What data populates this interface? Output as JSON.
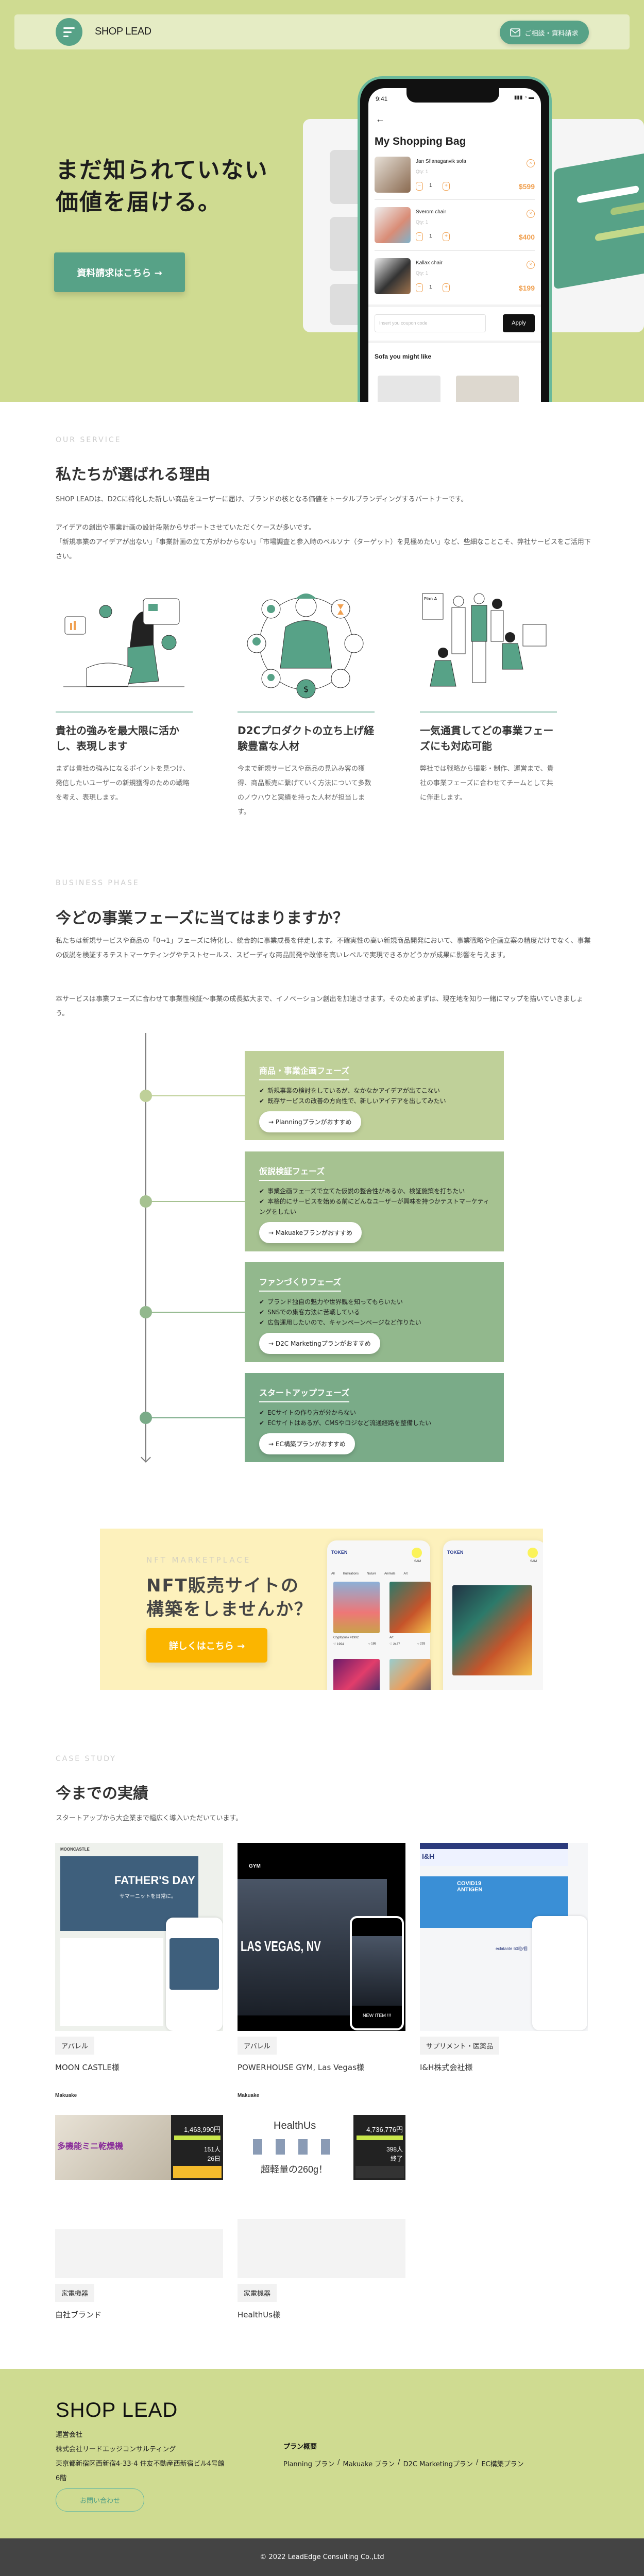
{
  "header": {
    "logo": "SHOP LEAD",
    "cta": "ご相談・資料請求"
  },
  "hero": {
    "title_line1": "まだ知られていない",
    "title_line2": "価値を届ける。",
    "button": "資料請求はこちら →",
    "phone": {
      "time": "9:41",
      "title": "My Shopping Bag",
      "items": [
        {
          "name": "Jan Sflanaganvik sofa",
          "qty": "Qty: 1",
          "count": "1",
          "price": "$599"
        },
        {
          "name": "Sverom chair",
          "qty": "Qty: 1",
          "count": "1",
          "price": "$400"
        },
        {
          "name": "Kallax chair",
          "qty": "Qty: 1",
          "count": "1",
          "price": "$199"
        }
      ],
      "coupon_placeholder": "Insert you coupon code",
      "apply": "Apply",
      "suggest_title": "Sofa you might like"
    }
  },
  "service": {
    "eyebrow": "OUR SERVICE",
    "title": "私たちが選ばれる理由",
    "para1": "SHOP LEADは、D2Cに特化した新しい商品をユーザーに届け、ブランドの核となる価値をトータルブランディングするパートナーです。",
    "para2": "アイデアの創出や事業計画の設計段階からサポートさせていただくケースが多いです。",
    "para3": "「新規事業のアイデアが出ない」「事業計画の立て方がわからない」「市場調査と参入時のペルソナ（ターゲット）を見極めたい」など、些細なことこそ、弊社サービスをご活用下さい。",
    "features": [
      {
        "title": "貴社の強みを最大限に活かし、表現します",
        "body": "まずは貴社の強みになるポイントを見つけ、発信したいユーザーの新規獲得のための戦略を考え、表現します。"
      },
      {
        "title": "D2Cプロダクトの立ち上げ経験豊富な人材",
        "body": "今まで新規サービスや商品の見込み客の獲得、商品販売に繋げていく方法について多数のノウハウと実績を持った人材が担当します。"
      },
      {
        "title": "一気通貫してどの事業フェーズにも対応可能",
        "body": "弊社では戦略から撮影・制作、運営まで、貴社の事業フェーズに合わせてチームとして共に伴走します。"
      }
    ]
  },
  "phase": {
    "eyebrow": "BUSINESS PHASE",
    "title": "今どの事業フェーズに当てはまりますか？",
    "para1": "私たちは新規サービスや商品の「0→1」フェーズに特化し、統合的に事業成長を伴走します。不確実性の高い新規商品開発において、事業戦略や企画立案の精度だけでなく、事業の仮説を検証するテストマーケティングやテストセールス、スピーディな商品開発や改修を高いレベルで実現できるかどうかが成果に影響を与えます。",
    "para2": "本サービスは事業フェーズに合わせて事業性検証〜事業の成長拡大まで、イノベーション創出を加速させます。そのためまずは、現在地を知り一緒にマップを描いていきましょう。",
    "check_mark": "✔",
    "cards": [
      {
        "title": "商品・事業企画フェーズ",
        "color": "#bfd099",
        "checks": [
          "新規事業の検討をしているが、なかなかアイデアが出てこない",
          "既存サービスの改善の方向性で、新しいアイデアを出してみたい"
        ],
        "button": "→ Planningプランがおすすめ"
      },
      {
        "title": "仮説検証フェーズ",
        "color": "#a6c291",
        "checks": [
          "事業企画フェーズで立てた仮説の整合性があるか、検証施策を打ちたい",
          "本格的にサービスを始める前にどんなユーザーが興味を持つかテストマーケティングをしたい"
        ],
        "button": "→ Makuakeプランがおすすめ"
      },
      {
        "title": "ファンづくりフェーズ",
        "color": "#92b88d",
        "checks": [
          "ブランド独自の魅力や世界観を知ってもらいたい",
          "SNSでの集客方法に苦戦している",
          "広告運用したいので、キャンペーンページなど作りたい"
        ],
        "button": "→ D2C Marketingプランがおすすめ"
      },
      {
        "title": "スタートアップフェーズ",
        "color": "#7aab88",
        "checks": [
          "ECサイトの作り方が分からない",
          "ECサイトはあるが、CMSやロジなど流通経路を整備したい"
        ],
        "button": "→ EC構築プランがおすすめ"
      }
    ]
  },
  "nft": {
    "eyebrow": "NFT MARKETPLACE",
    "title_line1": "NFT販売サイトの",
    "title_line2": "構築をしませんか？",
    "button": "詳しくはこちら →",
    "mock": {
      "brand": "TOKEN",
      "user": "SAM",
      "tabs": [
        "All",
        "Illustrations",
        "Nature",
        "Animals",
        "Art"
      ],
      "items": [
        {
          "name": "Cryptopunk #1992",
          "likes": "1994",
          "comments": "186"
        },
        {
          "name": "Art",
          "likes": "2437",
          "comments": "293"
        }
      ]
    }
  },
  "cases": {
    "eyebrow": "CASE STUDY",
    "title": "今までの実績",
    "subtitle": "スタートアップから大企業まで幅広く導入いただいています。",
    "items": [
      {
        "tag": "アパレル",
        "name": "MOON CASTLE様",
        "mock_brand": "MOONCASTLE",
        "mock_headline": "FATHER'S DAY",
        "mock_sub": "サマーニットを日常に。"
      },
      {
        "tag": "アパレル",
        "name": "POWERHOUSE GYM, Las Vegas様",
        "mock_brand": "GYM",
        "mock_headline": "LAS VEGAS, NV",
        "mock_sub": "NEW ITEM !!!"
      },
      {
        "tag": "サプリメント・医薬品",
        "name": "I&H株式会社様",
        "mock_brand": "I&H",
        "mock_headline": "COVID19 ANTIGEN",
        "mock_sub": "eclatante 60粒/個"
      },
      {
        "tag": "家電機器",
        "name": "自社ブランド",
        "mock_brand": "Makuake",
        "mock_headline": "多機能ミニ乾燥機",
        "mock_amount": "1,463,990円",
        "mock_supporters": "151人",
        "mock_days": "26日"
      },
      {
        "tag": "家電機器",
        "name": "HealthUs様",
        "mock_brand": "Makuake",
        "mock_headline": "HealthUs",
        "mock_sub": "超軽量の260g！",
        "mock_amount": "4,736,776円",
        "mock_supporters": "398人",
        "mock_days": "終了"
      }
    ]
  },
  "footer": {
    "logo": "SHOP LEAD",
    "company_label": "運営会社",
    "company": "株式会社リードエッジコンサルティング",
    "address": "東京都新宿区西新宿4-33-4 住友不動産西新宿ビル4号館6階",
    "contact": "お問い合わせ",
    "plans_title": "プラン概要",
    "plans": [
      "Planning プラン",
      "Makuake プラン",
      "D2C Marketingプラン",
      "EC構築プラン"
    ],
    "separator": "/",
    "copyright": "© 2022 LeadEdge Consulting Co.,Ltd"
  },
  "colors": {
    "brand_green": "#57a287",
    "hero_bg": "#cfdb91",
    "nft_bg": "#fdf1bc",
    "nft_button": "#fbb500",
    "accent_orange": "#f0a050"
  }
}
